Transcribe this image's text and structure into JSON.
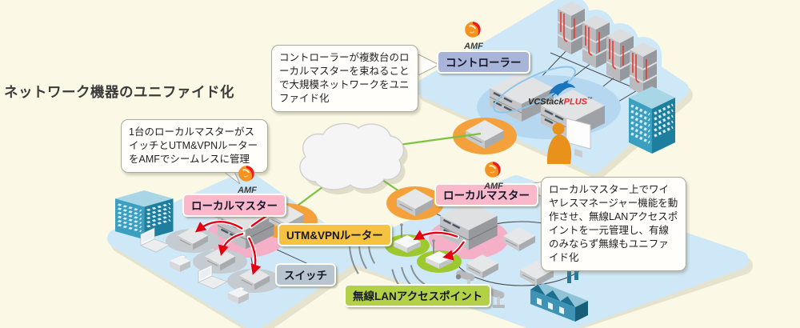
{
  "title": "ネットワーク機器のユニファイド化",
  "callouts": {
    "controller": "コントローラーが複数台のローカルマスターを束ねることで大規模ネットワークをユニファイド化",
    "local_master_left": "1台のローカルマスターがスイッチとUTM&VPNルーターをAMFでシームレスに管理",
    "local_master_right": "ローカルマスター上でワイヤレスマネージャー機能を動作させ、無線LANアクセスポイントを一元管理し、有線のみならず無線もユニファイド化"
  },
  "labels": {
    "controller": "コントローラー",
    "local_master_left": "ローカルマスター",
    "utm_vpn_router": "UTM&VPNルーター",
    "switch": "スイッチ",
    "local_master_right": "ローカルマスター",
    "wireless_lan_ap": "無線LANアクセスポイント"
  },
  "logos": {
    "amf": "AMF",
    "vcstack": "VCStack",
    "vcstack_plus": "PLUS",
    "vcstack_tm": "™"
  },
  "icons": {
    "amf_flame": "fireball-swirl-icon",
    "vcstack_shark": "shark-swoosh-icon",
    "cloud": "wan-cloud-shape",
    "wifi_waves": "wireless-signal-arcs"
  },
  "colors": {
    "background": "#FBF9E5",
    "platform_blue": "#CFE8F8",
    "label_controller": "#A8B5D8",
    "label_pink": "#F9B9CB",
    "label_yellow": "#F6C340",
    "label_gray": "#B8C5D1",
    "label_green": "#B3D147",
    "arrow_red": "#E60012",
    "link_green": "#7CC242",
    "ring_orange": "#F4A13B",
    "ring_pink": "#F5AFC7",
    "ring_green": "#9DC92F",
    "building_teal": "#2E86A8"
  },
  "zones": {
    "controller_zone": {
      "server_racks": 4,
      "controller_switches": 2,
      "router": 1,
      "building": 1,
      "operator": 1
    },
    "local_master_left_zone": {
      "local_master": 1,
      "utm_vpn_router": 1,
      "switches": 3,
      "laptops": 2,
      "printers": 2,
      "building": 1
    },
    "local_master_right_zone": {
      "local_master": 1,
      "router": 1,
      "wireless_access_points": 2,
      "switches": 3,
      "cameras": 2,
      "factory": 1
    }
  }
}
